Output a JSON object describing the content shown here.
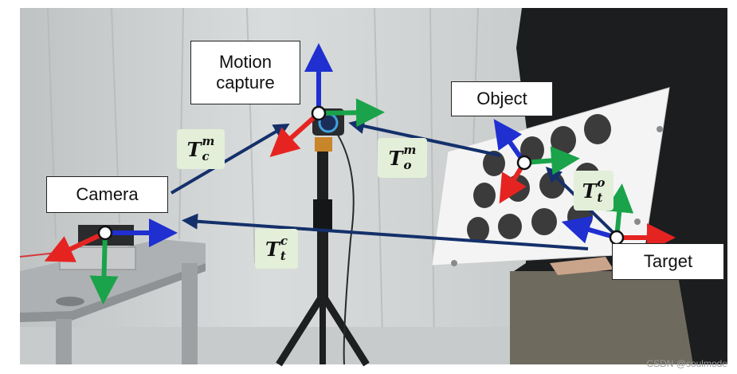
{
  "labels": {
    "motion_capture": "Motion capture",
    "object": "Object",
    "camera": "Camera",
    "target": "Target"
  },
  "transforms": [
    {
      "base": "T",
      "sup": "m",
      "sub": "c"
    },
    {
      "base": "T",
      "sup": "m",
      "sub": "o"
    },
    {
      "base": "T",
      "sup": "o",
      "sub": "t"
    },
    {
      "base": "T",
      "sup": "c",
      "sub": "t"
    }
  ],
  "watermark": "CSDN @soulmode",
  "colors": {
    "axis_x": "#e52421",
    "axis_y": "#1aa34a",
    "axis_z": "#1f2fd0",
    "arrow": "#14306b",
    "math_bg": "#e3efd9"
  }
}
